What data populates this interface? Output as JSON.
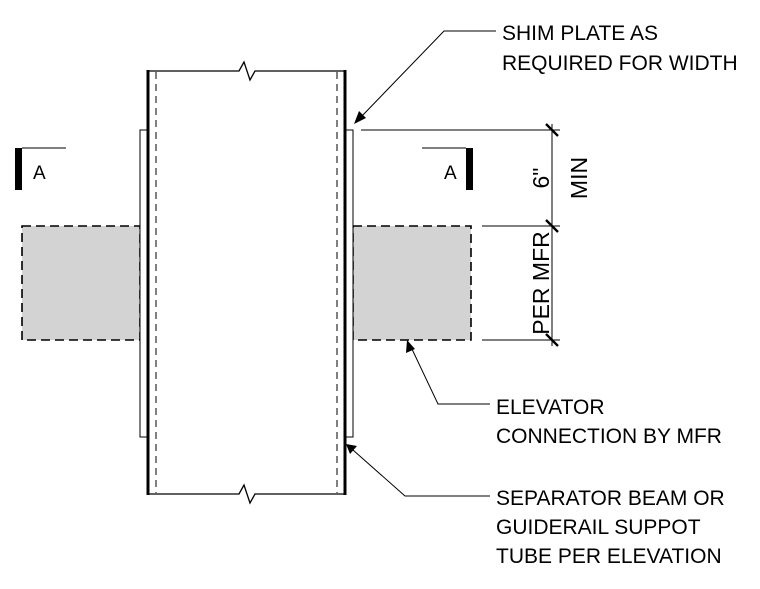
{
  "callouts": {
    "shim_plate": [
      "SHIM PLATE AS",
      "REQUIRED FOR WIDTH"
    ],
    "elevator_connection": [
      "ELEVATOR",
      "CONNECTION BY MFR"
    ],
    "separator_beam": [
      "SEPARATOR BEAM OR",
      "GUIDERAIL SUPPOT",
      "TUBE PER ELEVATION"
    ]
  },
  "section_marks": {
    "left": "A",
    "right": "A"
  },
  "dimensions": {
    "upper_value": "6\"",
    "upper_note": "MIN",
    "lower_note": "PER MFR"
  },
  "colors": {
    "line": "#000000",
    "bracket_fill": "#d3d3d3",
    "background": "#ffffff"
  }
}
